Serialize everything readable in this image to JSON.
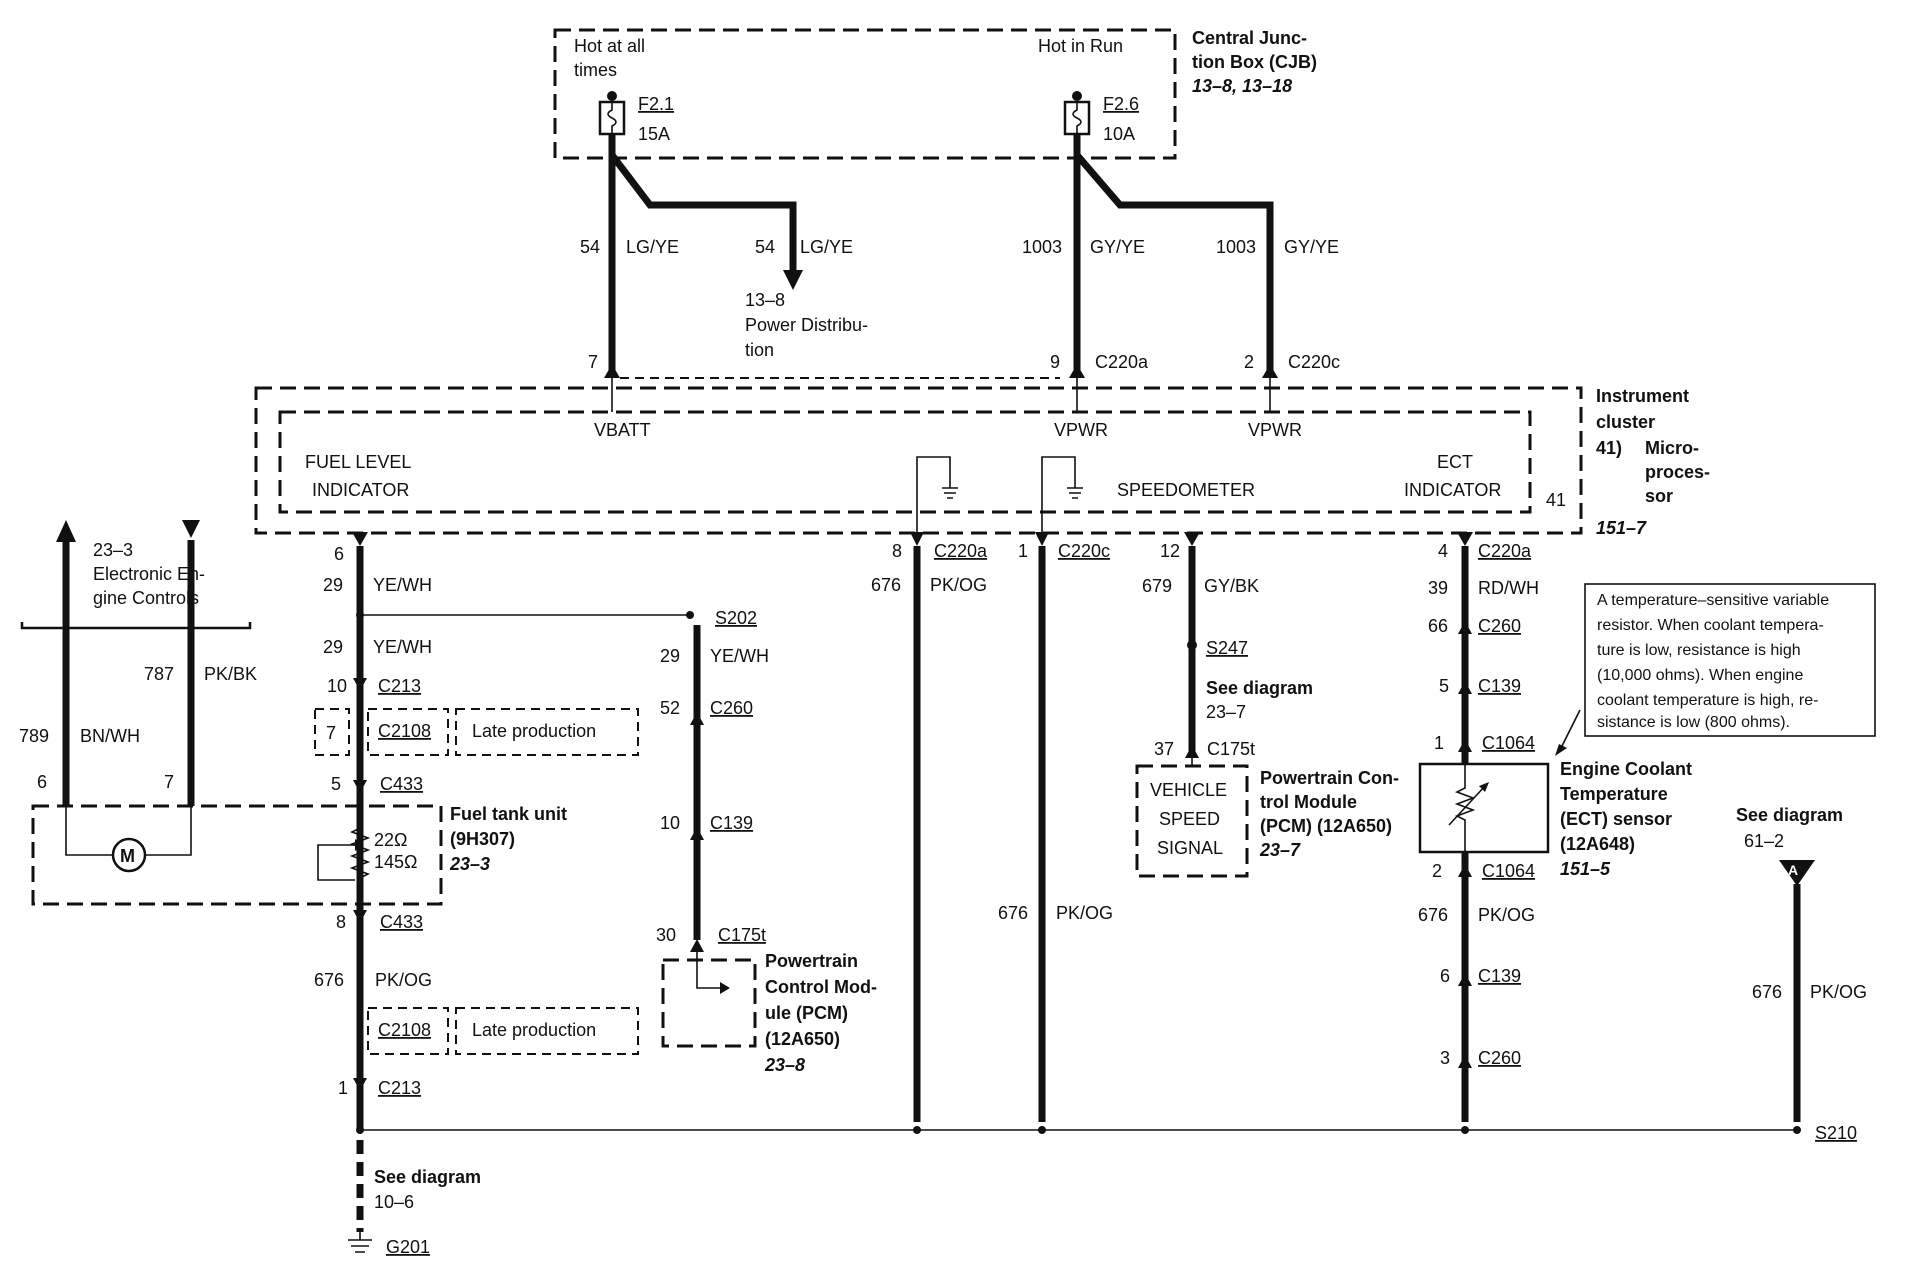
{
  "cjb": {
    "name_l1": "Central Junc-",
    "name_l2": "tion Box (CJB)",
    "ref": "13–8, 13–18",
    "hot_all_l1": "Hot at all",
    "hot_all_l2": "times",
    "hot_run": "Hot in Run",
    "f21": "F2.1",
    "f21_amp": "15A",
    "f26": "F2.6",
    "f26_amp": "10A"
  },
  "wires_top": {
    "w54a_num": "54",
    "w54a_col": "LG/YE",
    "w54b_num": "54",
    "w54b_col": "LG/YE",
    "pd_ref": "13–8",
    "pd_l1": "Power Distribu-",
    "pd_l2": "tion",
    "w1003a_num": "1003",
    "w1003a_col": "GY/YE",
    "w1003b_num": "1003",
    "w1003b_col": "GY/YE",
    "pin7": "7",
    "pin9": "9",
    "c220a_top": "C220a",
    "pin2": "2",
    "c220c_top": "C220c"
  },
  "cluster": {
    "name_l1": "Instrument",
    "name_l2": "cluster",
    "micro_num": "41)",
    "micro_l1": "Micro-",
    "micro_l2": "proces-",
    "micro_l3": "sor",
    "ref": "151–7",
    "pin41": "41",
    "vbatt": "VBATT",
    "vpwr1": "VPWR",
    "vpwr2": "VPWR",
    "fuel_l1": "FUEL LEVEL",
    "fuel_l2": "INDICATOR",
    "speedo": "SPEEDOMETER",
    "ect_l1": "ECT",
    "ect_l2": "INDICATOR"
  },
  "fuel_circuit": {
    "pin6": "6",
    "w29a_num": "29",
    "w29a_col": "YE/WH",
    "w29b_num": "29",
    "w29b_col": "YE/WH",
    "pin10": "10",
    "c213a": "C213",
    "box7": "7",
    "c2108a": "C2108",
    "late1": "Late production",
    "pin5": "5",
    "c433a": "C433",
    "ftu_l1": "Fuel tank unit",
    "ftu_l2": "(9H307)",
    "ftu_ref": "23–3",
    "r1": "22Ω",
    "r2": "145Ω",
    "motor": "M",
    "pin8": "8",
    "c433b": "C433",
    "w676_num": "676",
    "w676_col": "PK/OG",
    "c2108b": "C2108",
    "late2": "Late production",
    "pin1": "1",
    "c213b": "C213",
    "see_label": "See diagram",
    "see_ref": "10–6",
    "ground": "G201"
  },
  "eec": {
    "ref": "23–3",
    "l1": "Electronic En-",
    "l2": "gine Controls",
    "w789_num": "789",
    "w789_col": "BN/WH",
    "w787_num": "787",
    "w787_col": "PK/BK",
    "pin6": "6",
    "pin7": "7"
  },
  "s202_branch": {
    "splice": "S202",
    "w29_num": "29",
    "w29_col": "YE/WH",
    "pin52": "52",
    "c260": "C260",
    "pin10": "10",
    "c139": "C139",
    "pin30": "30",
    "c175t": "C175t",
    "pcm_l1": "Powertrain",
    "pcm_l2": "Control Mod-",
    "pcm_l3": "ule (PCM)",
    "pcm_l4": "(12A650)",
    "pcm_ref": "23–8"
  },
  "c220a_pk": {
    "pin8": "8",
    "conn": "C220a",
    "w_num": "676",
    "w_col": "PK/OG"
  },
  "c220c_pk": {
    "pin1": "1",
    "conn": "C220c",
    "w_num": "676",
    "w_col": "PK/OG"
  },
  "vss": {
    "pin12": "12",
    "w_num": "679",
    "w_col": "GY/BK",
    "splice": "S247",
    "see_label": "See diagram",
    "see_ref": "23–7",
    "pin37": "37",
    "conn": "C175t",
    "box_l1": "VEHICLE",
    "box_l2": "SPEED",
    "box_l3": "SIGNAL",
    "pcm_l1": "Powertrain Con-",
    "pcm_l2": "trol Module",
    "pcm_l3": "(PCM) (12A650)",
    "pcm_ref": "23–7"
  },
  "ect": {
    "pin4": "4",
    "conn_a": "C220a",
    "w39_num": "39",
    "w39_col": "RD/WH",
    "pin66": "66",
    "c260a": "C260",
    "pin5": "5",
    "c139a": "C139",
    "pin1": "1",
    "c1064a": "C1064",
    "pin2": "2",
    "c1064b": "C1064",
    "w676_num": "676",
    "w676_col": "PK/OG",
    "pin6": "6",
    "c139b": "C139",
    "pin3": "3",
    "c260b": "C260",
    "sensor_l1": "Engine Coolant",
    "sensor_l2": "Temperature",
    "sensor_l3": "(ECT) sensor",
    "sensor_l4": "(12A648)",
    "sensor_ref": "151–5",
    "note_l1": "A temperature–sensitive variable",
    "note_l2": "resistor. When coolant tempera-",
    "note_l3": "ture is low, resistance is high",
    "note_l4": "(10,000 ohms). When engine",
    "note_l5": "coolant temperature is high, re-",
    "note_l6": "sistance is low (800 ohms)."
  },
  "s210": {
    "see_label": "See diagram",
    "see_ref": "61–2",
    "marker": "A",
    "w_num": "676",
    "w_col": "PK/OG",
    "splice": "S210"
  }
}
